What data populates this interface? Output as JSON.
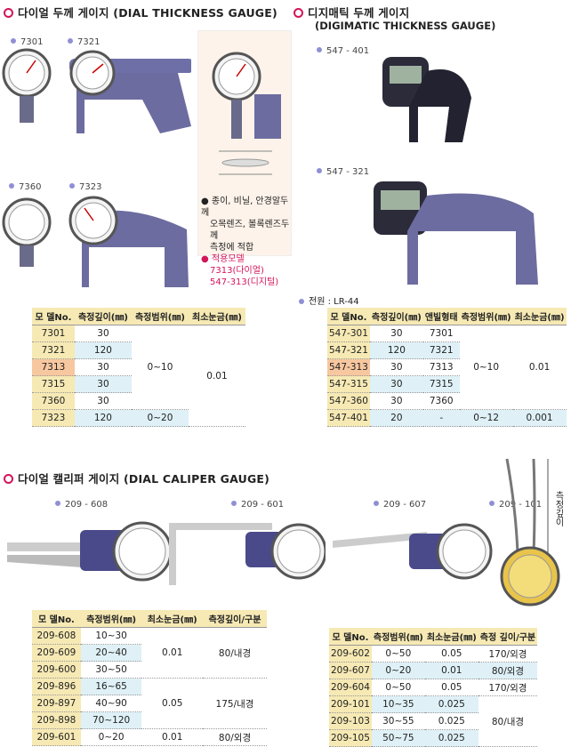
{
  "sections": {
    "dial_thickness": {
      "title": "다이얼 두께 게이지",
      "title_en": "(DIAL THICKNESS GAUGE)"
    },
    "digimatic_thickness": {
      "title": "디지매틱 두께 게이지",
      "title_en": "(DIGIMATIC THICKNESS GAUGE)"
    },
    "dial_caliper": {
      "title": "다이얼 캘리퍼 게이지",
      "title_en": "(DIAL CALIPER GAUGE)"
    }
  },
  "product_labels": {
    "p7301": "7301",
    "p7321": "7321",
    "p7360": "7360",
    "p7323": "7323",
    "p7313": "7313",
    "p547_401": "547 - 401",
    "p547_321": "547 - 321",
    "p209_608": "209 - 608",
    "p209_601": "209 - 601",
    "p209_607": "209 - 607",
    "p209_101": "209 - 101"
  },
  "depth_label": "측정깊이",
  "note": {
    "line1": "종이, 비닐, 안경알두께",
    "line2": "오목렌즈, 볼록렌즈두께",
    "line3": "측정에 적합",
    "applicable_title": "적용모델",
    "applicable_1": "7313(다이얼)",
    "applicable_2": "547-313(디지털)"
  },
  "power": "전원 : LR-44",
  "table1": {
    "headers": [
      "모 델No.",
      "측정깊이(㎜)",
      "측정범위(㎜)",
      "최소눈금(㎜)"
    ],
    "rows": [
      [
        "7301",
        "30"
      ],
      [
        "7321",
        "120"
      ],
      [
        "7313",
        "30"
      ],
      [
        "7315",
        "30"
      ],
      [
        "7360",
        "30"
      ],
      [
        "7323",
        "120"
      ]
    ],
    "range_a": "0~10",
    "range_b": "0~20",
    "grad": "0.01"
  },
  "table2": {
    "headers": [
      "모 델No.",
      "측정깊이(㎜)",
      "앤빌형태",
      "측정범위(㎜)",
      "최소눈금(㎜)"
    ],
    "rows": [
      [
        "547-301",
        "30",
        "7301"
      ],
      [
        "547-321",
        "120",
        "7321"
      ],
      [
        "547-313",
        "30",
        "7313"
      ],
      [
        "547-315",
        "30",
        "7315"
      ],
      [
        "547-360",
        "30",
        "7360"
      ],
      [
        "547-401",
        "20",
        "-"
      ]
    ],
    "range_a": "0~10",
    "range_b": "0~12",
    "grad_a": "0.01",
    "grad_b": "0.001"
  },
  "table3": {
    "headers": [
      "모 델No.",
      "측정범위(㎜)",
      "최소눈금(㎜)",
      "측정깊이/구분"
    ],
    "rows": [
      [
        "209-608",
        "10~30"
      ],
      [
        "209-609",
        "20~40"
      ],
      [
        "209-600",
        "30~50"
      ],
      [
        "209-896",
        "16~65"
      ],
      [
        "209-897",
        "40~90"
      ],
      [
        "209-898",
        "70~120"
      ],
      [
        "209-601",
        "0~20"
      ]
    ],
    "grad_a": "0.01",
    "grad_b": "0.05",
    "grad_c": "0.01",
    "depth_a": "80/내경",
    "depth_b": "175/내경",
    "depth_c": "80/외경"
  },
  "table4": {
    "headers": [
      "모 델No.",
      "측정범위(㎜)",
      "최소눈금(㎜)",
      "측정 깊이/구분"
    ],
    "rows": [
      [
        "209-602",
        "0~50",
        "0.05",
        "170/외경"
      ],
      [
        "209-607",
        "0~20",
        "0.01",
        "80/외경"
      ],
      [
        "209-604",
        "0~50",
        "0.05",
        "170/외경"
      ],
      [
        "209-101",
        "10~35",
        "0.025",
        ""
      ],
      [
        "209-103",
        "30~55",
        "0.025",
        ""
      ],
      [
        "209-105",
        "50~75",
        "0.025",
        ""
      ]
    ],
    "depth_merged": "80/내경"
  }
}
